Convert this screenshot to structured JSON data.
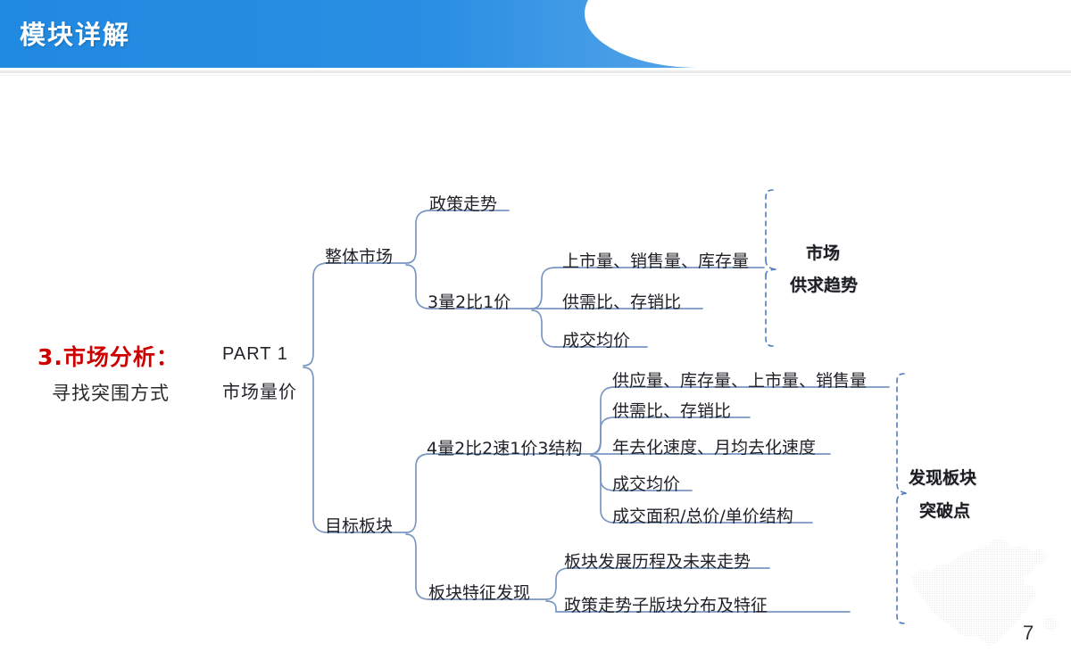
{
  "slide": {
    "header_title": "模块详解",
    "page_number": "7",
    "accent_blue": "#2089e0",
    "line_blue": "#7a96c2",
    "title_red": "#cc0000"
  },
  "left": {
    "title": "3.市场分析：",
    "subtitle": "寻找突围方式"
  },
  "root": {
    "label_top": "PART 1",
    "label_bottom": "市场量价"
  },
  "branches": {
    "overall_market": "整体市场",
    "target_block": "目标板块"
  },
  "level2": {
    "policy_trend": "政策走势",
    "three_vol": "3量2比1价",
    "four_vol": "4量2比2速1价3结构",
    "block_feature": "板块特征发现"
  },
  "overall_items": [
    "上市量、销售量、库存量",
    "供需比、存销比",
    "成交均价"
  ],
  "target_items": [
    "供应量、库存量、上市量、销售量",
    "供需比、存销比",
    "年去化速度、月均去化速度",
    "成交均价",
    "成交面积/总价/单价结构"
  ],
  "feature_items": [
    "板块发展历程及未来走势",
    "政策走势子版块分布及特征"
  ],
  "outcomes": {
    "top_line1": "市场",
    "top_line2": "供求趋势",
    "bottom_line1": "发现板块",
    "bottom_line2": "突破点"
  }
}
